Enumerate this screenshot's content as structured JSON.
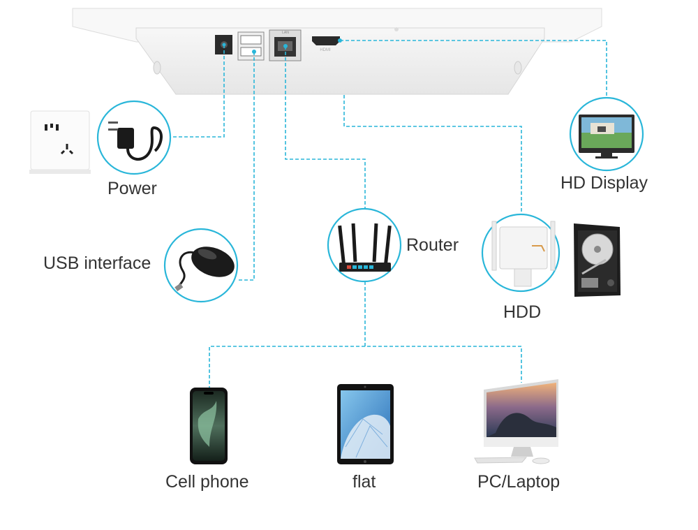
{
  "colors": {
    "connector": "#29b6d9",
    "label": "#333333",
    "device_body": "#f3f3f3"
  },
  "labels": {
    "power": "Power",
    "usb": "USB interface",
    "router": "Router",
    "hd_display": "HD Display",
    "hdd": "HDD",
    "cell_phone": "Cell phone",
    "flat": "flat",
    "pc_laptop": "PC/Laptop"
  },
  "ports": {
    "hdmi_caption": "HDMI",
    "lan_caption": "LAN"
  },
  "icons": [
    "wall-socket-icon",
    "power-adapter-icon",
    "mouse-icon",
    "router-icon",
    "monitor-icon",
    "nvr-back-icon",
    "hard-drive-icon",
    "phone-icon",
    "tablet-icon",
    "desktop-pc-icon"
  ]
}
